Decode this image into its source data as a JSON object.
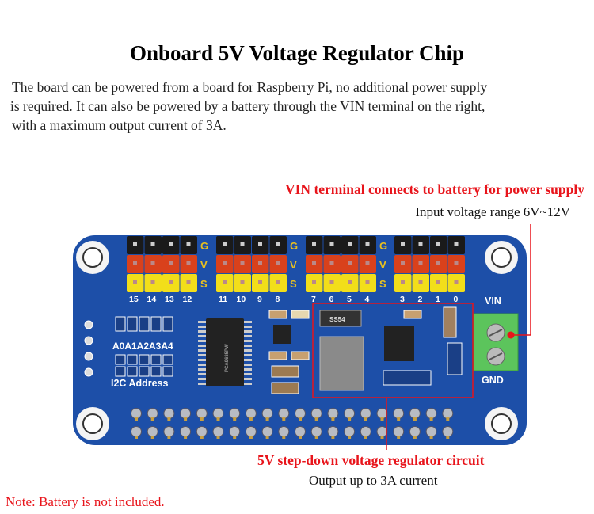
{
  "title": "Onboard 5V Voltage Regulator Chip",
  "description": [
    "The board can be powered from a board for Raspberry Pi, no additional power supply",
    " is required. It can also be powered by a battery through the VIN terminal on the right,",
    "with a maximum output current of 3A."
  ],
  "callout_vin": {
    "heading": "VIN terminal connects to battery for power supply",
    "sub": "Input voltage range 6V~12V"
  },
  "callout_regulator": {
    "heading": "5V step-down voltage regulator circuit",
    "sub": "Output up to 3A current"
  },
  "note": "Note: Battery is not included.",
  "board": {
    "row_labels": [
      "G",
      "V",
      "S"
    ],
    "channel_numbers": [
      [
        "15",
        "14",
        "13",
        "12"
      ],
      [
        "11",
        "10",
        "9",
        "8"
      ],
      [
        "7",
        "6",
        "5",
        "4"
      ],
      [
        "3",
        "2",
        "1",
        "0"
      ]
    ],
    "address_labels": "A0A1A2A3A4",
    "i2c_label": "I2C Address",
    "vin_label": "VIN",
    "gnd_label": "GND",
    "chip_text": "PCA9685PW",
    "diode_text": "SS54",
    "colors": {
      "pcb": "#1d4fa8",
      "header_black": "#1a1a1a",
      "header_red": "#d9411c",
      "header_yellow": "#f2de1a",
      "terminal": "#5cc45c",
      "accent": "#e8141b"
    }
  }
}
